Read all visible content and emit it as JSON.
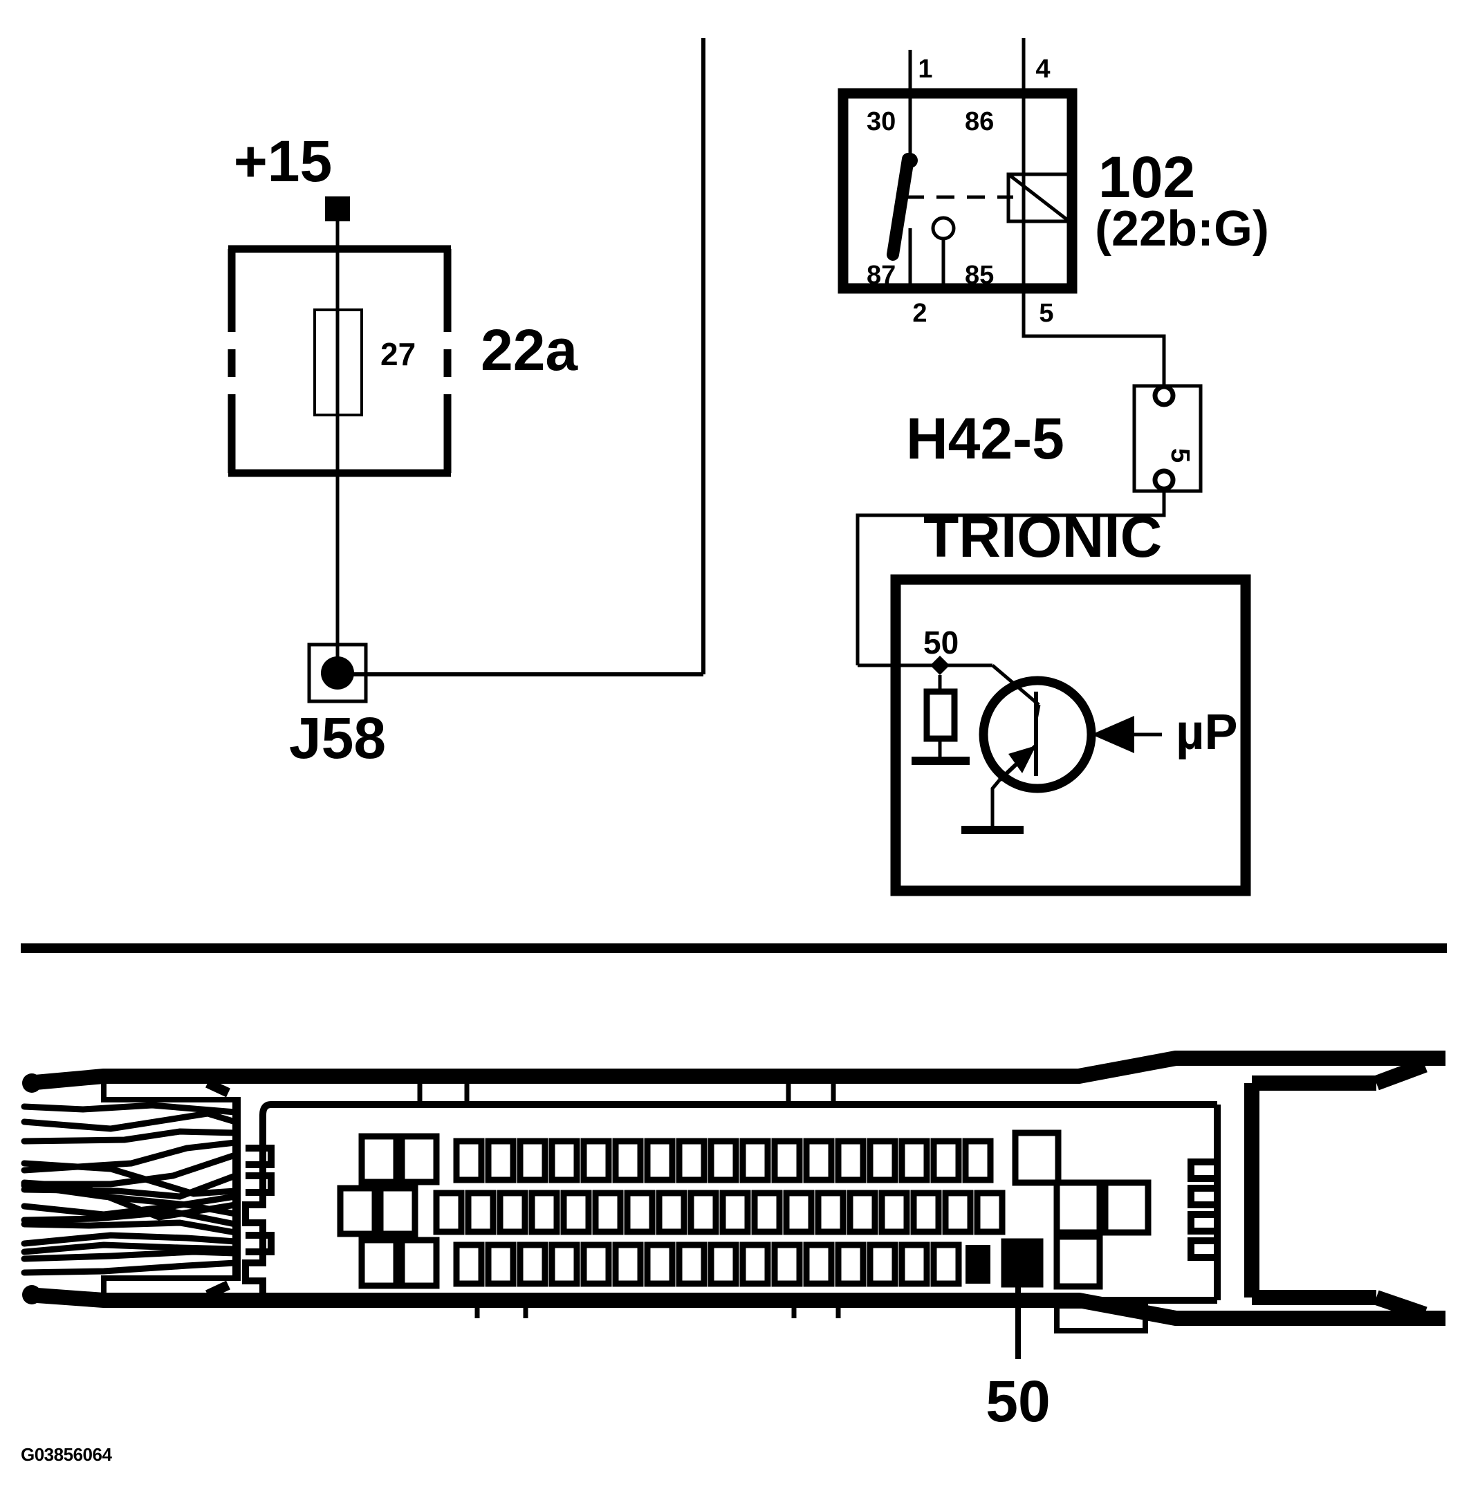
{
  "figure": {
    "id_code": "G03856064",
    "domain_note": "automotive wiring schematic"
  },
  "schematic": {
    "power_label": "+15",
    "fuse_box": {
      "designation": "22a",
      "fuse_number": "27"
    },
    "splice": {
      "label": "J58"
    },
    "relay": {
      "designation": "102",
      "sub_designation": "(22b:G)",
      "inner_terminals": {
        "top_left": "30",
        "top_right": "86",
        "bottom_left": "87",
        "bottom_right": "85"
      },
      "outer_pins": {
        "top_left": "1",
        "top_right": "4",
        "bottom_left": "2",
        "bottom_right": "5"
      }
    },
    "connector": {
      "label": "H42-5",
      "pin": "5"
    },
    "module": {
      "title": "TRIONIC",
      "terminal": "50",
      "processor_label": "µP"
    }
  },
  "connector_view": {
    "callout_pin": "50",
    "rows": [
      {
        "name": "top-row",
        "large_pins": 2,
        "small_pins": 17,
        "highlight_index": -1
      },
      {
        "name": "middle-row",
        "large_pins": 2,
        "small_pins": 18,
        "highlight_index": -1
      },
      {
        "name": "bottom-row",
        "large_pins": 2,
        "small_pins": 17,
        "highlight_index": 16
      }
    ],
    "right_cluster_pins": 4,
    "wire_bundle_strands": 14
  },
  "colors": {
    "ink": "#000000",
    "paper": "#ffffff"
  }
}
